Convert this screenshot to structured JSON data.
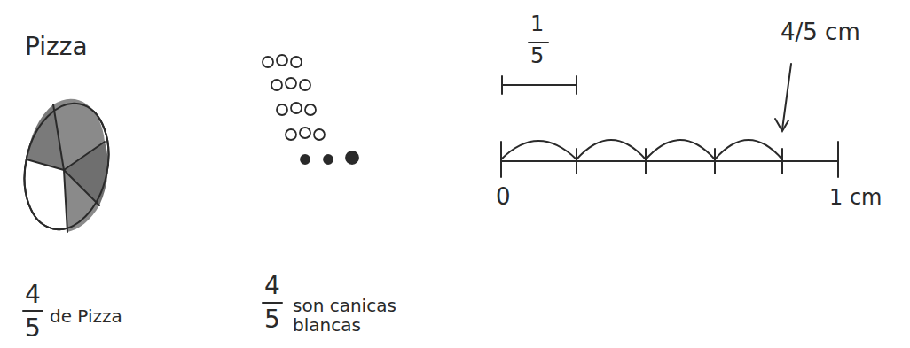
{
  "diagram": {
    "labels": [
      "Pizza",
      "4",
      "5",
      "de Pizza",
      "4",
      "5",
      "son canicas blancas",
      "1",
      "5",
      "4/5 cm",
      "0",
      "1 cm"
    ]
  }
}
